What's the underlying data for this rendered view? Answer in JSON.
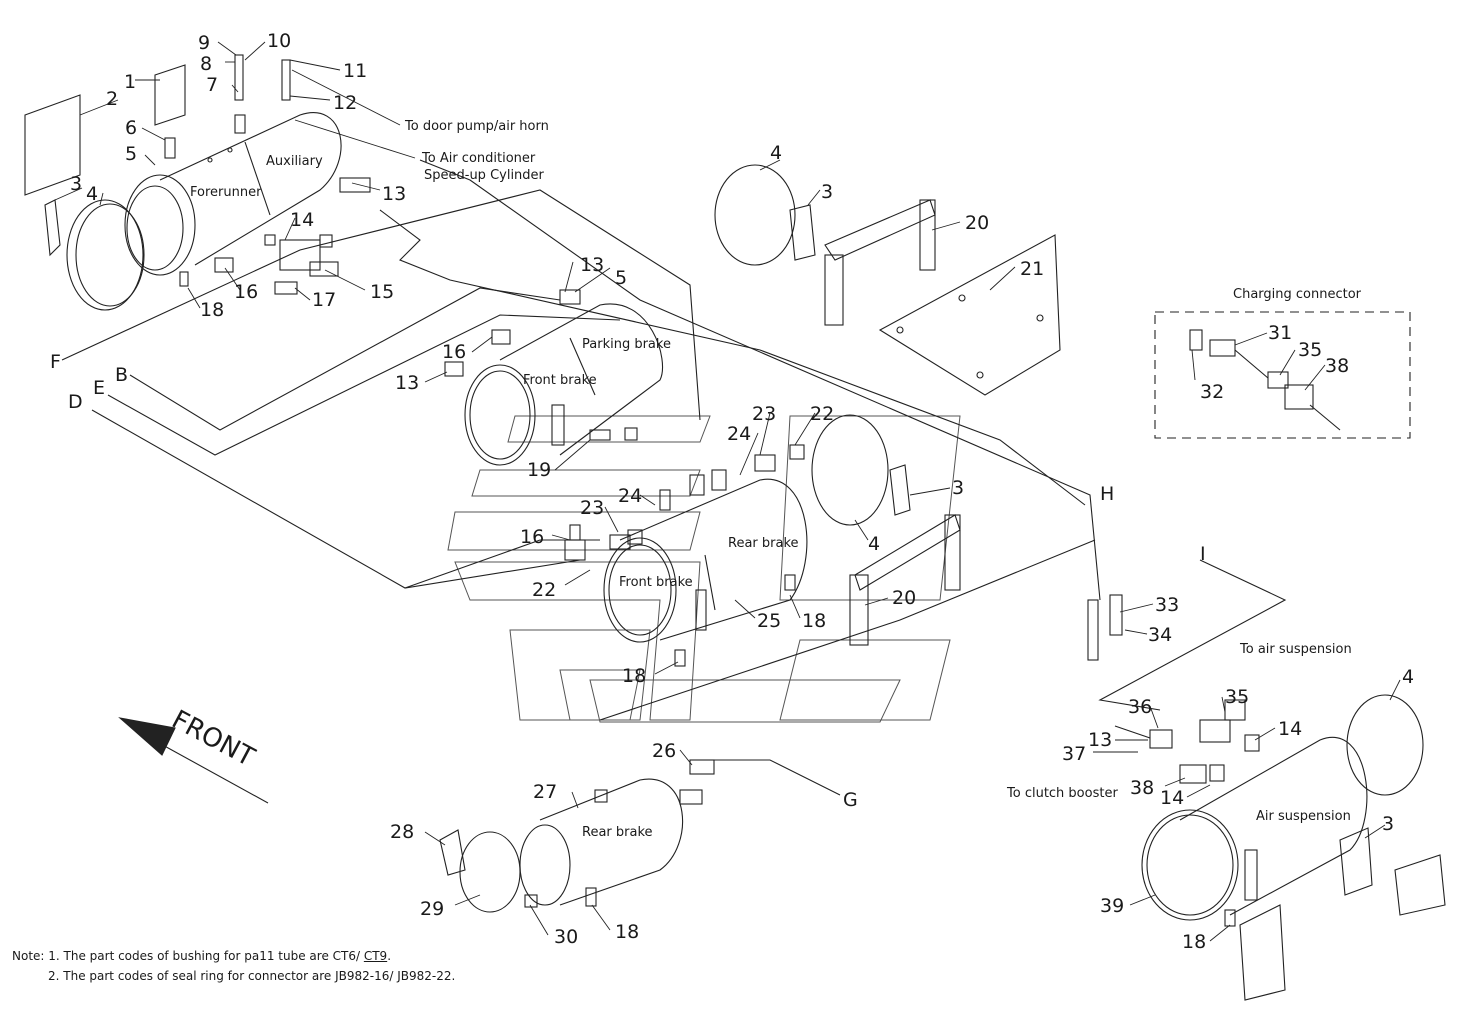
{
  "tank_labels": {
    "forerunner": "Forerunner",
    "auxiliary": "Auxiliary",
    "parking_brake": "Parking brake",
    "front_brake_1": "Front brake",
    "rear_brake_1": "Rear brake",
    "front_brake_2": "Front brake",
    "rear_brake_2": "Rear brake",
    "air_suspension": "Air suspension"
  },
  "annotations": {
    "door_pump": "To door pump/air horn",
    "air_conditioner": "To Air conditioner",
    "speed_up": "Speed-up Cylinder",
    "charging_connector": "Charging connector",
    "to_air_suspension": "To air suspension",
    "to_clutch_booster": "To clutch booster",
    "front": "FRONT"
  },
  "line_letters": {
    "F": "F",
    "B": "B",
    "E": "E",
    "D": "D",
    "H": "H",
    "I": "I",
    "G": "G"
  },
  "callouts": {
    "n1": "1",
    "n2": "2",
    "n3a": "3",
    "n4a": "4",
    "n5a": "5",
    "n6": "6",
    "n7": "7",
    "n8": "8",
    "n9": "9",
    "n10": "10",
    "n11": "11",
    "n12": "12",
    "n13a": "13",
    "n14a": "14",
    "n15": "15",
    "n16a": "16",
    "n17": "17",
    "n18a": "18",
    "n4b": "4",
    "n3b": "3",
    "n20a": "20",
    "n21": "21",
    "n13b": "13",
    "n5b": "5",
    "n16b": "16",
    "n13c": "13",
    "n19": "19",
    "n23a": "23",
    "n22a": "22",
    "n24a": "24",
    "n3c": "3",
    "n4c": "4",
    "n23b": "23",
    "n24b": "24",
    "n16c": "16",
    "n22b": "22",
    "n25": "25",
    "n18b": "18",
    "n20b": "20",
    "n18c": "18",
    "n33": "33",
    "n34": "34",
    "n31": "31",
    "n32": "32",
    "n35a": "35",
    "n38a": "38",
    "n35b": "35",
    "n36": "36",
    "n14b": "14",
    "n13d": "13",
    "n37": "37",
    "n38b": "38",
    "n14c": "14",
    "n4d": "4",
    "n3d": "3",
    "n39": "39",
    "n18d": "18",
    "n26": "26",
    "n27": "27",
    "n28": "28",
    "n29": "29",
    "n30": "30",
    "n18e": "18"
  },
  "notes": {
    "line1_prefix": "Note: 1. The part codes of bushing for pa11 tube are CT6/ ",
    "line1_underlined": "CT9",
    "line1_suffix": ".",
    "line2": "2. The part codes of seal ring for connector are JB982-16/ JB982-22."
  }
}
